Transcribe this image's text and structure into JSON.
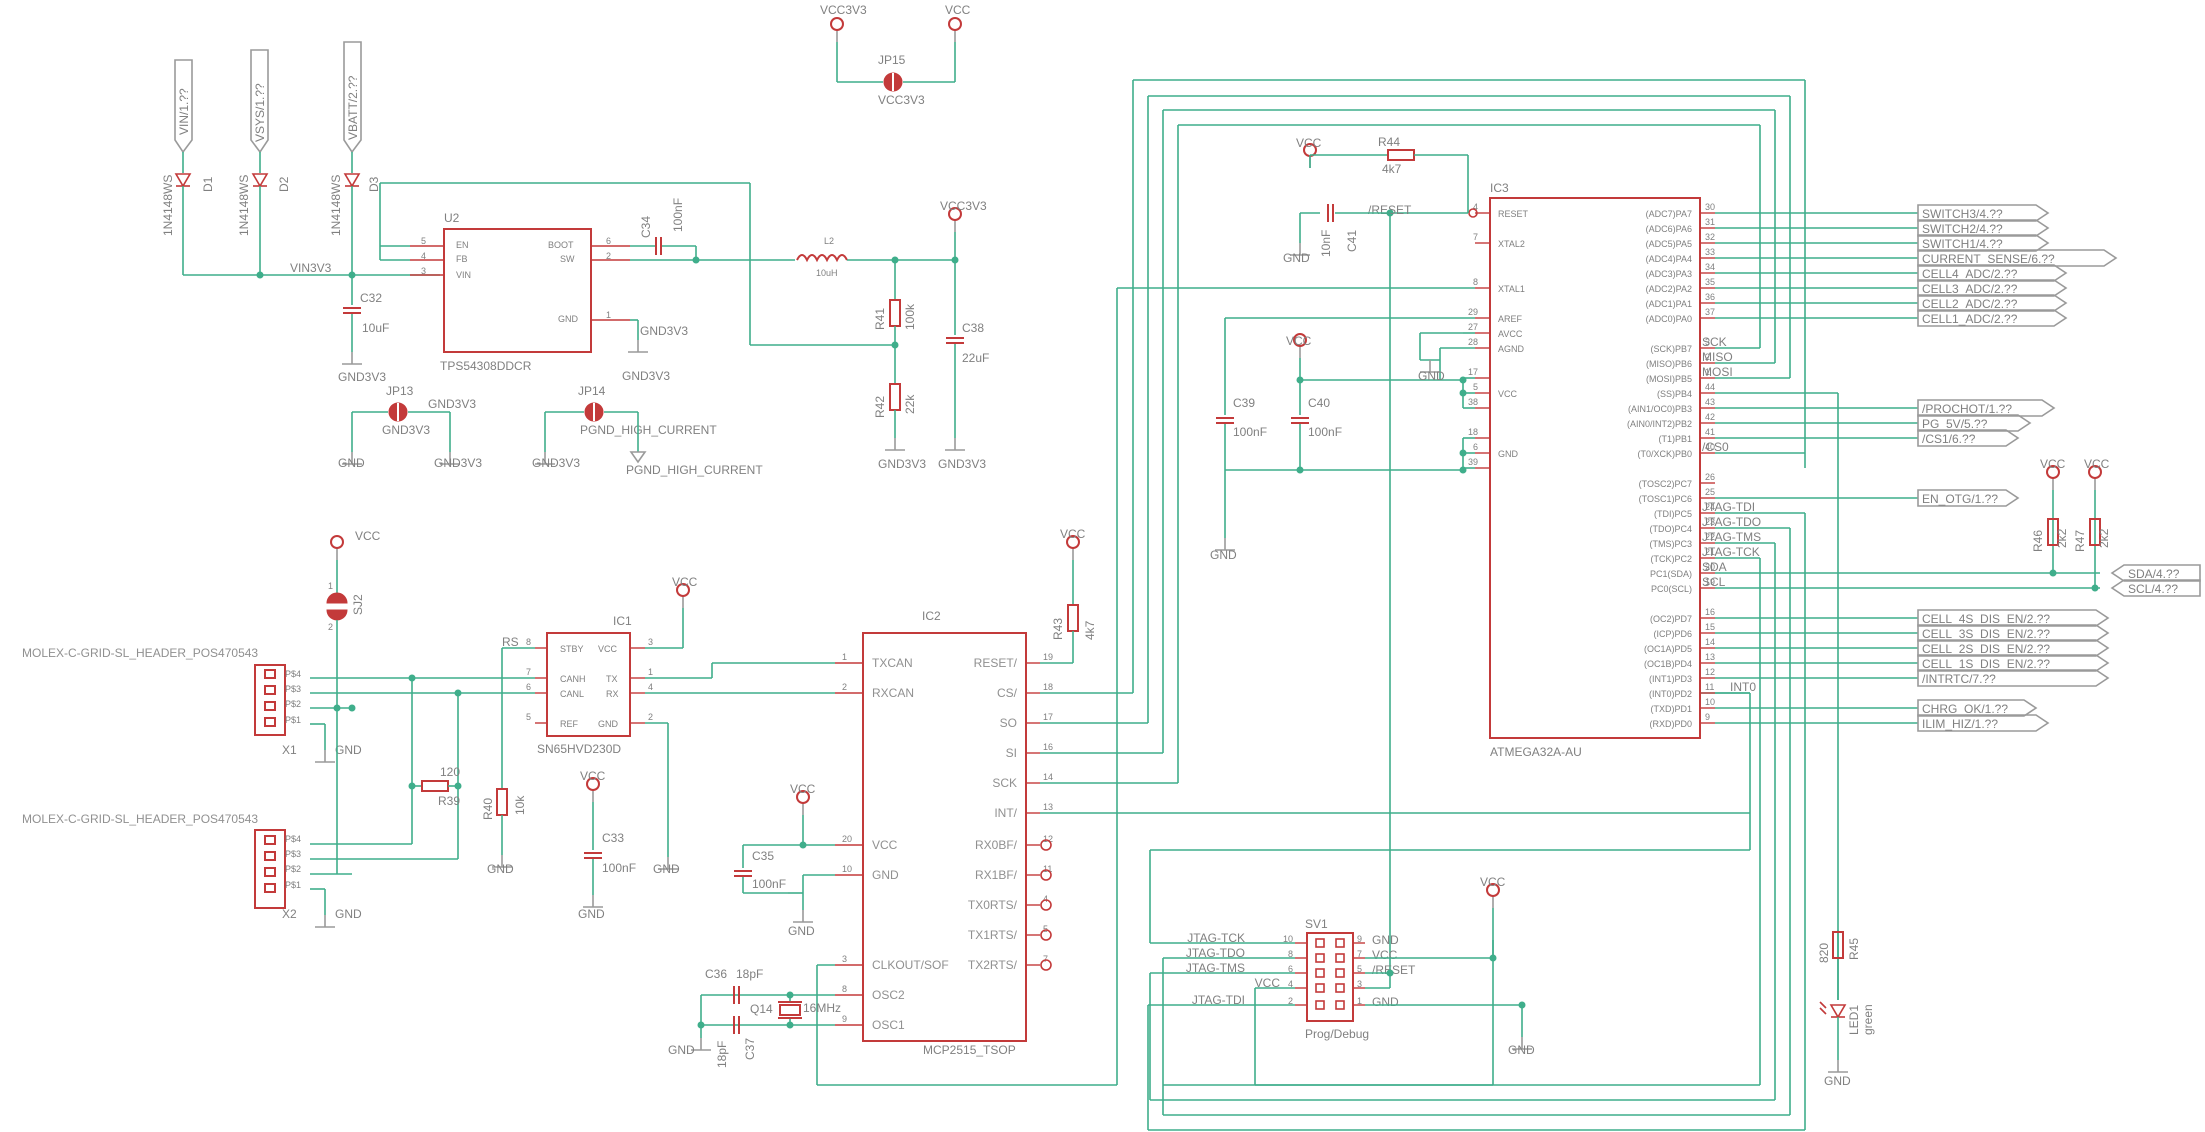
{
  "schematic": {
    "parts": {
      "u2": {
        "name": "U2",
        "value": "TPS54308DDCR",
        "pins_l": [
          "EN",
          "FB",
          "VIN"
        ],
        "nums_l": [
          "5",
          "4",
          "3"
        ],
        "pins_r": [
          "BOOT",
          "SW",
          "GND"
        ],
        "nums_r": [
          "6",
          "2",
          "1"
        ]
      },
      "ic3": {
        "name": "IC3",
        "value": "ATMEGA32A-AU",
        "left": [
          [
            "4",
            "RESET"
          ],
          [
            "7",
            "XTAL2"
          ],
          [
            "8",
            "XTAL1"
          ],
          [
            "29",
            "AREF"
          ],
          [
            "27",
            "AVCC"
          ],
          [
            "28",
            "AGND"
          ],
          [
            "17",
            ""
          ],
          [
            "5",
            "VCC"
          ],
          [
            "38",
            ""
          ],
          [
            "18",
            ""
          ],
          [
            "6",
            "GND"
          ],
          [
            "39",
            ""
          ]
        ],
        "right": [
          [
            "30",
            "(ADC7)PA7"
          ],
          [
            "31",
            "(ADC6)PA6"
          ],
          [
            "32",
            "(ADC5)PA5"
          ],
          [
            "33",
            "(ADC4)PA4"
          ],
          [
            "34",
            "(ADC3)PA3"
          ],
          [
            "35",
            "(ADC2)PA2"
          ],
          [
            "36",
            "(ADC1)PA1"
          ],
          [
            "37",
            "(ADC0)PA0"
          ],
          [
            "3",
            "(SCK)PB7"
          ],
          [
            "2",
            "(MISO)PB6"
          ],
          [
            "1",
            "(MOSI)PB5"
          ],
          [
            "44",
            "(SS)PB4"
          ],
          [
            "43",
            "(AIN1/OC0)PB3"
          ],
          [
            "42",
            "(AIN0/INT2)PB2"
          ],
          [
            "41",
            "(T1)PB1"
          ],
          [
            "40",
            "(T0/XCK)PB0"
          ],
          [
            "26",
            "(TOSC2)PC7"
          ],
          [
            "25",
            "(TOSC1)PC6"
          ],
          [
            "24",
            "(TDI)PC5"
          ],
          [
            "23",
            "(TDO)PC4"
          ],
          [
            "22",
            "(TMS)PC3"
          ],
          [
            "21",
            "(TCK)PC2"
          ],
          [
            "20",
            "PC1(SDA)"
          ],
          [
            "19",
            "PC0(SCL)"
          ],
          [
            "16",
            "(OC2)PD7"
          ],
          [
            "15",
            "(ICP)PD6"
          ],
          [
            "14",
            "(OC1A)PD5"
          ],
          [
            "13",
            "(OC1B)PD4"
          ],
          [
            "12",
            "(INT1)PD3"
          ],
          [
            "11",
            "(INT0)PD2"
          ],
          [
            "10",
            "(TXD)PD1"
          ],
          [
            "9",
            "(RXD)PD0"
          ]
        ]
      },
      "ic2": {
        "name": "IC2",
        "value": "MCP2515_TSOP",
        "left": [
          [
            "1",
            "TXCAN"
          ],
          [
            "2",
            "RXCAN"
          ],
          [
            "20",
            "VCC"
          ],
          [
            "10",
            "GND"
          ],
          [
            "3",
            "CLKOUT/SOF"
          ],
          [
            "8",
            "OSC2"
          ],
          [
            "9",
            "OSC1"
          ]
        ],
        "right": [
          [
            "19",
            "RESET/"
          ],
          [
            "18",
            "CS/"
          ],
          [
            "17",
            "SO"
          ],
          [
            "16",
            "SI"
          ],
          [
            "14",
            "SCK"
          ],
          [
            "13",
            "INT/"
          ],
          [
            "12",
            "RX0BF/"
          ],
          [
            "11",
            "RX1BF/"
          ],
          [
            "4",
            "TX0RTS/"
          ],
          [
            "5",
            "TX1RTS/"
          ],
          [
            "7",
            "TX2RTS/"
          ]
        ]
      },
      "ic1": {
        "name": "IC1",
        "value": "SN65HVD230D",
        "left": [
          [
            "8",
            "STBY"
          ],
          [
            "7",
            "CANH"
          ],
          [
            "6",
            "CANL"
          ],
          [
            "5",
            "REF"
          ]
        ],
        "right": [
          [
            "3",
            "VCC"
          ],
          [
            "1",
            "TX"
          ],
          [
            "4",
            "RX"
          ],
          [
            "2",
            "GND"
          ]
        ]
      },
      "sv1": {
        "name": "SV1",
        "value": "Prog/Debug",
        "left_nums": [
          "10",
          "8",
          "6",
          "4",
          "2"
        ],
        "right_nums": [
          "9",
          "7",
          "5",
          "3",
          "1"
        ],
        "left_nets": [
          "JTAG-TCK",
          "JTAG-TDO",
          "JTAG-TMS",
          "VCC",
          "JTAG-TDI"
        ],
        "right_nets": [
          "GND",
          "VCC",
          "/RESET",
          "",
          "GND"
        ]
      },
      "x1": {
        "name": "X1",
        "header": "MOLEX-C-GRID-SL_HEADER_POS470543",
        "pins": [
          "P$4",
          "P$3",
          "P$2",
          "P$1"
        ]
      },
      "x2": {
        "name": "X2",
        "header": "MOLEX-C-GRID-SL_HEADER_POS470543",
        "pins": [
          "P$4",
          "P$3",
          "P$2",
          "P$1"
        ]
      },
      "diodes": [
        {
          "name": "D1",
          "value": "1N4148WS",
          "net": "VIN/1.??"
        },
        {
          "name": "D2",
          "value": "1N4148WS",
          "net": "VSYS/1.??"
        },
        {
          "name": "D3",
          "value": "1N4148WS",
          "net": "VBATT/2.??"
        }
      ],
      "c32": {
        "name": "C32",
        "value": "10uF"
      },
      "c34": {
        "name": "C34",
        "value": "100nF"
      },
      "l2": {
        "name": "L2",
        "value": "10uH"
      },
      "r41": {
        "name": "R41",
        "value": "100k"
      },
      "r42": {
        "name": "R42",
        "value": "22k"
      },
      "c38": {
        "name": "C38",
        "value": "22uF"
      },
      "jp13": {
        "name": "JP13",
        "a": "GND3V3",
        "b": "GND3V3"
      },
      "jp14": {
        "name": "JP14",
        "a": "PGND_HIGH_CURRENT",
        "b": "PGND_HIGH_CURRENT"
      },
      "jp15": {
        "name": "JP15",
        "value": "VCC3V3"
      },
      "r44": {
        "name": "R44",
        "value": "4k7"
      },
      "c41": {
        "name": "C41",
        "value": "10nF"
      },
      "c39": {
        "name": "C39",
        "value": "100nF"
      },
      "c40": {
        "name": "C40",
        "value": "100nF"
      },
      "r43": {
        "name": "R43",
        "value": "4k7"
      },
      "c33": {
        "name": "C33",
        "value": "100nF"
      },
      "c35": {
        "name": "C35",
        "value": "100nF"
      },
      "c36": {
        "name": "C36",
        "value": "18pF"
      },
      "c37": {
        "name": "C37",
        "value": "18pF"
      },
      "q14": {
        "name": "Q14",
        "value": "16MHz"
      },
      "r39": {
        "name": "R39",
        "value": "120"
      },
      "r40": {
        "name": "R40",
        "value": "10k"
      },
      "sj2": {
        "name": "SJ2",
        "n1": "1",
        "n2": "2"
      },
      "r45": {
        "name": "R45",
        "value": "820"
      },
      "r46": {
        "name": "R46",
        "value": "2k2"
      },
      "r47": {
        "name": "R47",
        "value": "2k2"
      },
      "led1": {
        "name": "LED1",
        "value": "green"
      }
    },
    "nets": {
      "vcc": "VCC",
      "vcc3v3": "VCC3V3",
      "gnd": "GND",
      "gnd3v3": "GND3V3",
      "vin3v3": "VIN3V3",
      "rs": "RS",
      "reset": "/RESET",
      "sck": "SCK",
      "miso": "MISO",
      "mosi": "MOSI",
      "cs0": "/CS0",
      "jtag_tdi": "JTAG-TDI",
      "jtag_tdo": "JTAG-TDO",
      "jtag_tms": "JTAG-TMS",
      "jtag_tck": "JTAG-TCK",
      "sda": "SDA",
      "scl": "SCL",
      "int0": "INT0"
    },
    "ports_pa": [
      "SWITCH3/4.??",
      "SWITCH2/4.??",
      "SWITCH1/4.??",
      "CURRENT_SENSE/6.??",
      "CELL4_ADC/2.??",
      "CELL3_ADC/2.??",
      "CELL2_ADC/2.??",
      "CELL1_ADC/2.??"
    ],
    "ports_pb": [
      "/PROCHOT/1.??",
      "PG_5V/5.??",
      "/CS1/6.??"
    ],
    "port_en": "EN_OTG/1.??",
    "ports_pd": [
      "CELL_4S_DIS_EN/2.??",
      "CELL_3S_DIS_EN/2.??",
      "CELL_2S_DIS_EN/2.??",
      "CELL_1S_DIS_EN/2.??",
      "/INTRTC/7.??"
    ],
    "ports_pd2": [
      "CHRG_OK/1.??",
      "ILIM_HIZ/1.??"
    ],
    "ports_i2c": [
      "SDA/4.??",
      "SCL/4.??"
    ]
  }
}
